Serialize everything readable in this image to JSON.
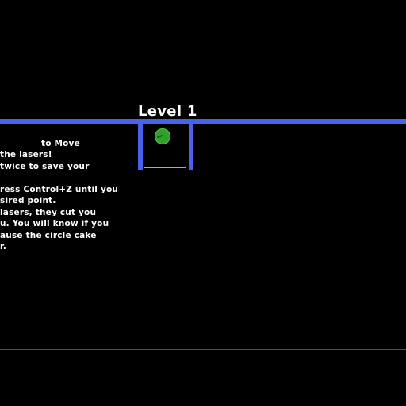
{
  "level": {
    "title": "Level 1"
  },
  "instructions": {
    "lines": [
      "to Move",
      "the lasers!",
      "twice to save your",
      "ress Control+Z until you",
      "sired point.",
      "lasers, they cut you",
      "u. You will know if you",
      "ause the circle cake",
      "r."
    ]
  },
  "colors": {
    "background": "#000000",
    "walls": "#4a62ea",
    "player": "#2fa02a",
    "laser": "#c0211d",
    "floor": "#7fc88a",
    "text": "#ffffff"
  }
}
